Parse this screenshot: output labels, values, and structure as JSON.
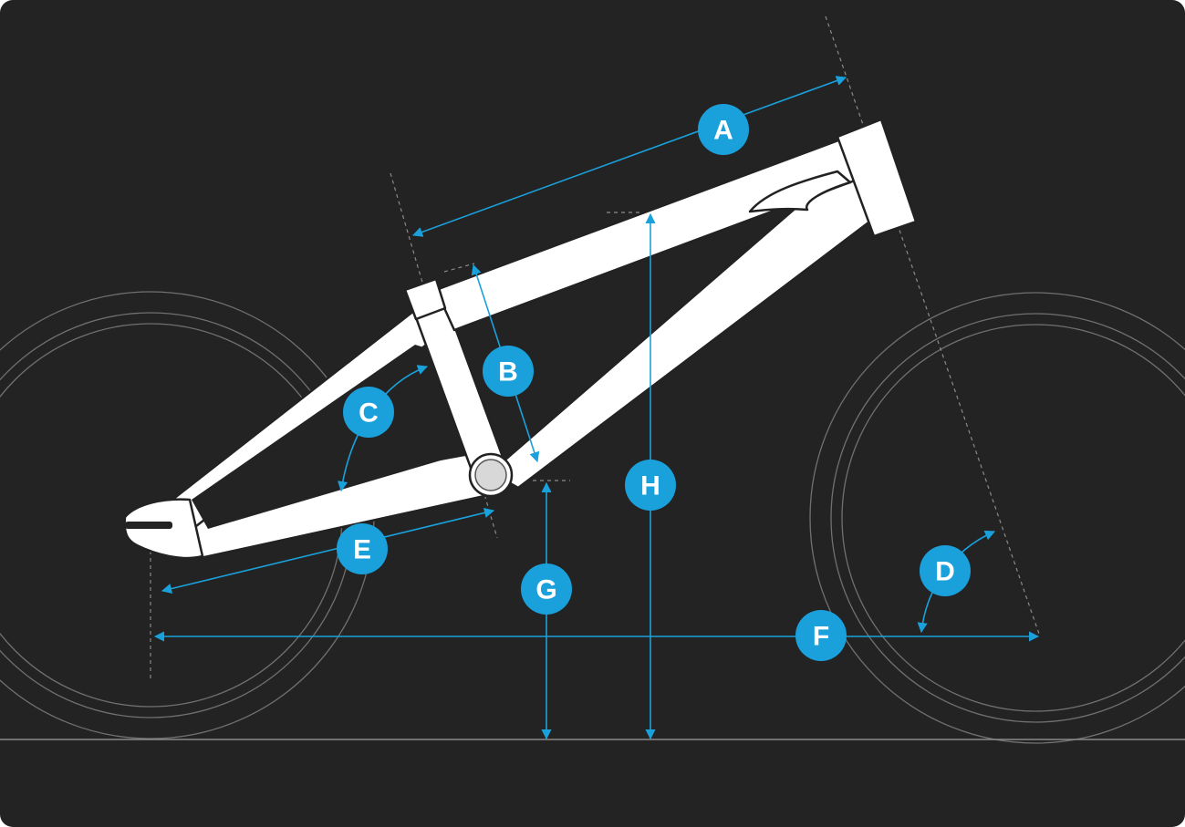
{
  "colors": {
    "background": "#232323",
    "frame": "#ffffff",
    "accent": "#1aa1dc",
    "guide": "#8a8a8a"
  },
  "labels": {
    "A": "A",
    "B": "B",
    "C": "C",
    "D": "D",
    "E": "E",
    "F": "F",
    "G": "G",
    "H": "H"
  }
}
